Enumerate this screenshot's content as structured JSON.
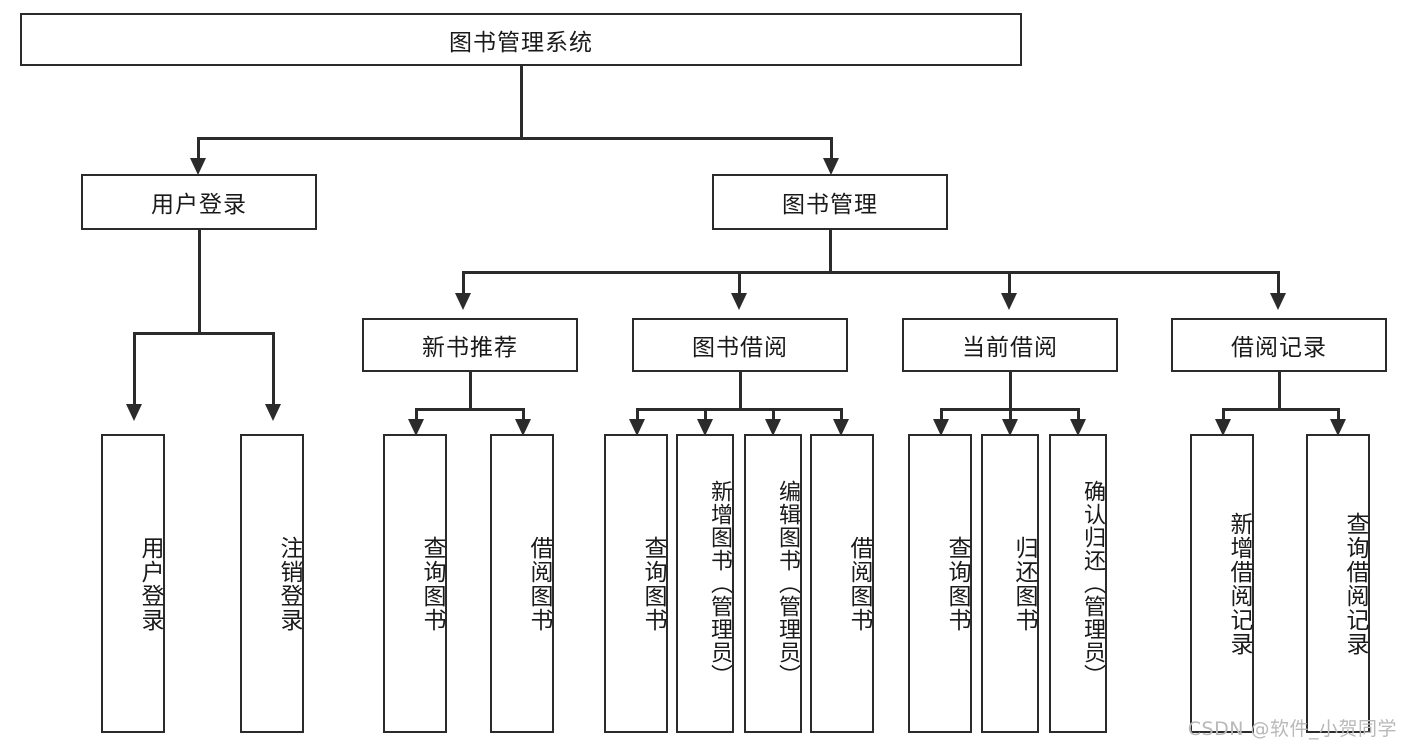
{
  "diagram": {
    "type": "tree-hierarchy-chart",
    "title": "图书管理系统",
    "colors": {
      "stroke": "#2b2b2b",
      "fill": "#ffffff",
      "text": "#1a1a1a",
      "watermark": "#b9b9b9"
    },
    "root": {
      "label": "图书管理系统"
    },
    "level2": [
      {
        "label": "用户登录"
      },
      {
        "label": "图书管理"
      }
    ],
    "level3": [
      {
        "label": "新书推荐"
      },
      {
        "label": "图书借阅"
      },
      {
        "label": "当前借阅"
      },
      {
        "label": "借阅记录"
      }
    ],
    "leaves": {
      "user_login": [
        {
          "label": "用户登录"
        },
        {
          "label": "注销登录"
        }
      ],
      "new_book_rec": [
        {
          "label": "查询图书"
        },
        {
          "label": "借阅图书"
        }
      ],
      "book_borrow": [
        {
          "label": "查询图书"
        },
        {
          "label": "新增图书（管理员）"
        },
        {
          "label": "编辑图书（管理员）"
        },
        {
          "label": "借阅图书"
        }
      ],
      "current_borrow": [
        {
          "label": "查询图书"
        },
        {
          "label": "归还图书"
        },
        {
          "label": "确认归还（管理员）"
        }
      ],
      "borrow_record": [
        {
          "label": "新增借阅记录"
        },
        {
          "label": "查询借阅记录"
        }
      ]
    },
    "watermark": "CSDN @软件_小贺同学"
  }
}
